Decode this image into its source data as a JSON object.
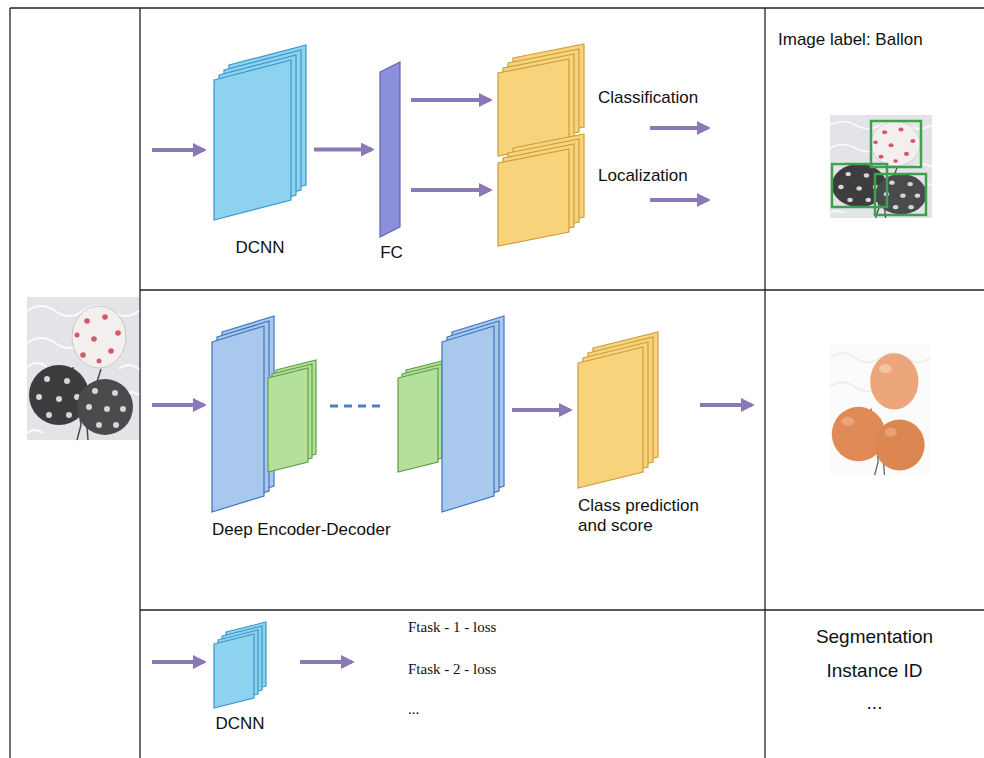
{
  "diagram": {
    "nodes": [
      {
        "text": [
          "DCNN"
        ]
      },
      {
        "text": [
          "FC"
        ]
      },
      {
        "text": []
      },
      {
        "text": []
      },
      {
        "text": [
          "Deep Encoder-Decoder"
        ]
      },
      {
        "text": [
          "Class prediction and score"
        ]
      },
      {
        "text": [
          "DCNN"
        ]
      }
    ],
    "edges": [
      {
        "from": 0,
        "to": 1,
        "arrow": "to"
      },
      {
        "from": 1,
        "to": 2,
        "arrow": "to"
      },
      {
        "from": 1,
        "to": 3,
        "arrow": "to"
      },
      {
        "from": 4,
        "to": 5,
        "arrow": "to"
      }
    ],
    "labels": [
      "Classification",
      "Localization",
      "Image label: Ballon",
      "Ftask - 1 - loss",
      "Ftask - 2 - loss",
      "...",
      "Segmentation",
      "Instance ID",
      "..."
    ]
  }
}
